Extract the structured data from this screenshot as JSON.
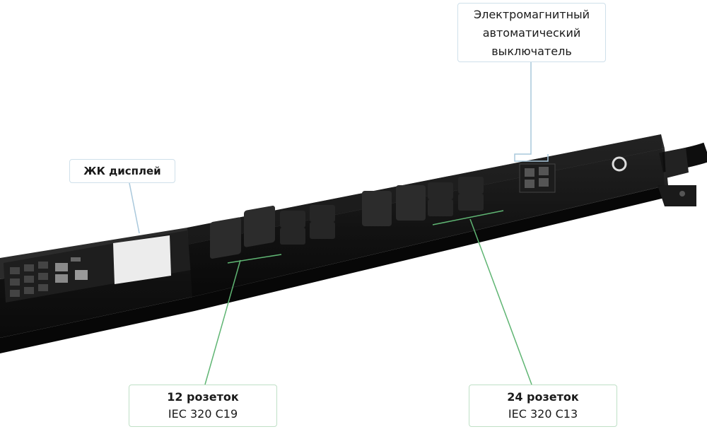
{
  "callouts": {
    "lcd": {
      "label": "ЖК дисплей"
    },
    "breaker": {
      "line1": "Электромагнитный",
      "line2": "автоматический",
      "line3": "выключатель"
    },
    "c19": {
      "count": "12 розеток",
      "type": "IEC 320 C19"
    },
    "c13": {
      "count": "24 розеток",
      "type": "IEC 320 C13"
    }
  },
  "colors": {
    "pdu_body": "#141414",
    "pdu_panel": "#0b0b0b",
    "leader_blue": "#a9c8dc",
    "leader_green": "#5fb573",
    "display": "#eeeeee"
  }
}
